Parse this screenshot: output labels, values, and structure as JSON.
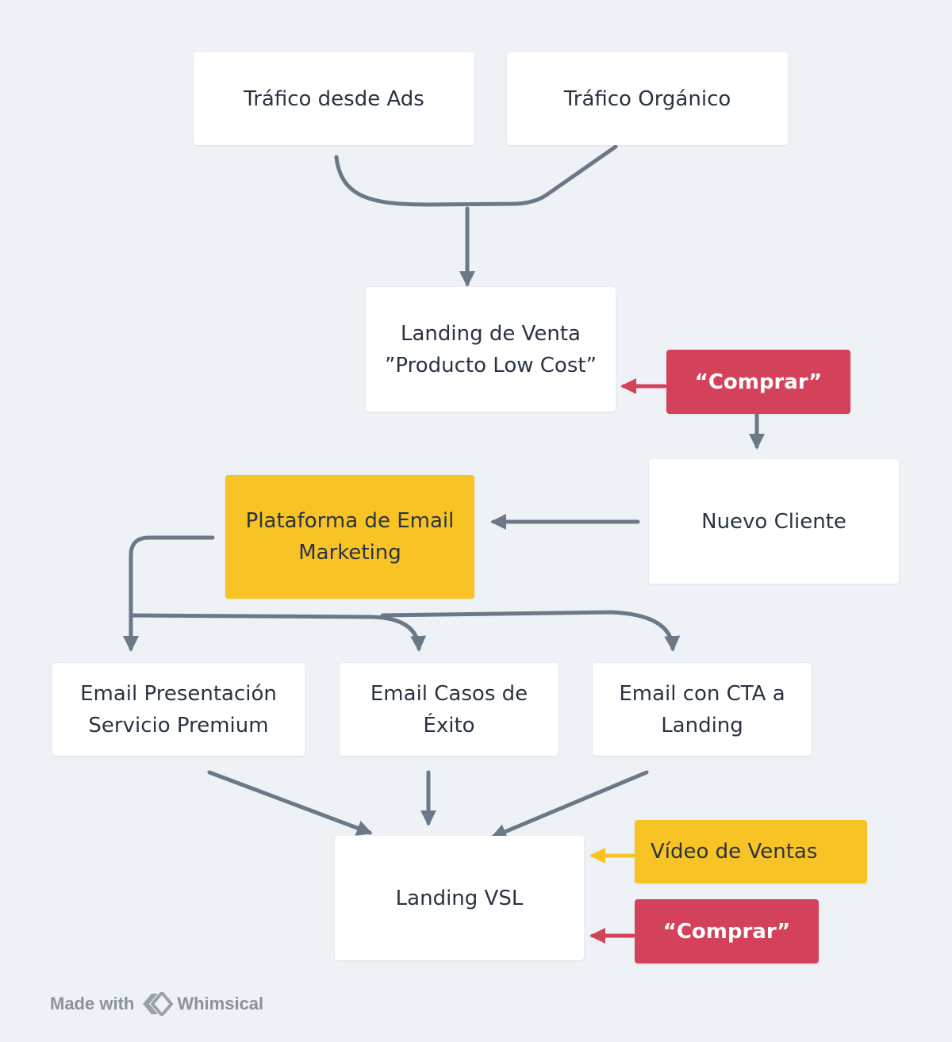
{
  "diagram": {
    "nodes": [
      {
        "id": "trafico-ads",
        "label": "Tráfico desde Ads"
      },
      {
        "id": "trafico-organico",
        "label": "Tráfico Orgánico"
      },
      {
        "id": "landing-venta",
        "label": "Landing de Venta\n”Producto Low Cost”"
      },
      {
        "id": "comprar-1",
        "label": "“Comprar”"
      },
      {
        "id": "nuevo-cliente",
        "label": "Nuevo Cliente"
      },
      {
        "id": "plataforma-email",
        "label": "Plataforma de Email\nMarketing"
      },
      {
        "id": "email-presentacion",
        "label": "Email Presentación\nServicio Premium"
      },
      {
        "id": "email-casos",
        "label": "Email Casos de\nÉxito"
      },
      {
        "id": "email-cta",
        "label": "Email con CTA a\nLanding"
      },
      {
        "id": "landing-vsl",
        "label": "Landing VSL"
      },
      {
        "id": "video-ventas",
        "label": "Vídeo de Ventas"
      },
      {
        "id": "comprar-2",
        "label": "“Comprar”"
      }
    ],
    "edges": [
      {
        "from": "trafico-ads",
        "to": "landing-venta"
      },
      {
        "from": "trafico-organico",
        "to": "landing-venta"
      },
      {
        "from": "comprar-1",
        "to": "landing-venta"
      },
      {
        "from": "comprar-1",
        "to": "nuevo-cliente"
      },
      {
        "from": "nuevo-cliente",
        "to": "plataforma-email"
      },
      {
        "from": "plataforma-email",
        "to": "email-presentacion"
      },
      {
        "from": "plataforma-email",
        "to": "email-casos"
      },
      {
        "from": "plataforma-email",
        "to": "email-cta"
      },
      {
        "from": "email-presentacion",
        "to": "landing-vsl"
      },
      {
        "from": "email-casos",
        "to": "landing-vsl"
      },
      {
        "from": "email-cta",
        "to": "landing-vsl"
      },
      {
        "from": "video-ventas",
        "to": "landing-vsl"
      },
      {
        "from": "comprar-2",
        "to": "landing-vsl"
      }
    ]
  },
  "colors": {
    "background": "#eef2f6",
    "box": "#ffffff",
    "highlight_yellow": "#f7c325",
    "action_red": "#d3415a",
    "connector": "#6b7888",
    "text": "#2a3342"
  },
  "footer": {
    "made_with": "Made with",
    "brand": "Whimsical",
    "logo_icon": "whimsical-logo-icon"
  }
}
